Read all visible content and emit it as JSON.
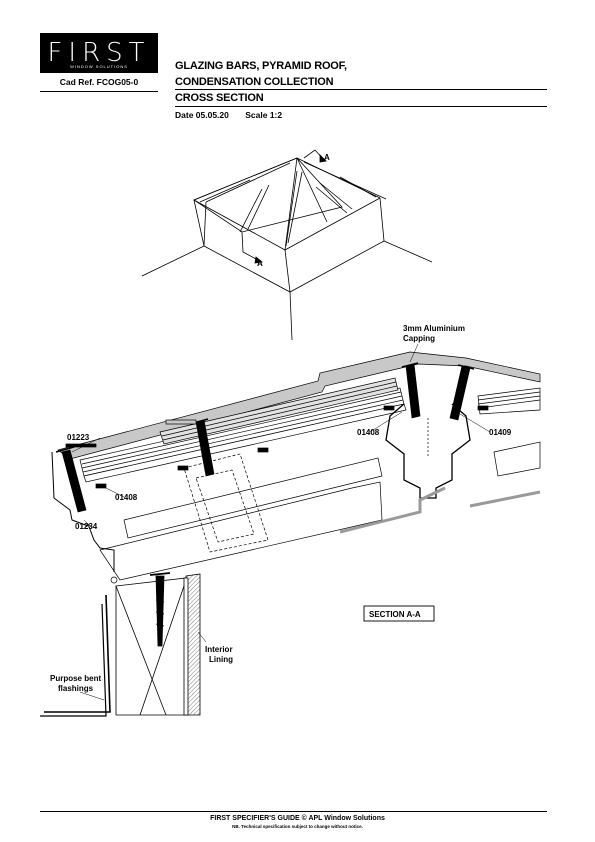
{
  "logo": {
    "text": "FIRST",
    "tagline": "WINDOW SOLUTIONS"
  },
  "header": {
    "cad_ref": "Cad Ref.  FCOG05-0",
    "title_line1": "GLAZING BARS, PYRAMID ROOF,",
    "title_line2": "CONDENSATION COLLECTION",
    "title_line3": "CROSS SECTION",
    "date": "Date  05.05.20",
    "scale": "Scale  1:2"
  },
  "drawing": {
    "section_marker": "A",
    "labels": {
      "capping_line1": "3mm Aluminium",
      "capping_line2": "Capping",
      "part_01223": "01223",
      "part_01408_left": "01408",
      "part_01408_mid": "01408",
      "part_01409": "01409",
      "part_01234": "01234",
      "section": "SECTION A-A",
      "interior_line1": "Interior",
      "interior_line2": "Lining",
      "flashing_line1": "Purpose bent",
      "flashing_line2": "flashings"
    }
  },
  "footer": {
    "main": "FIRST SPECIFIER'S GUIDE  ©  APL Window Solutions",
    "sub": "NB. Technical specification subject to change without notice."
  },
  "colors": {
    "ink": "#000000",
    "profile_grey": "#bdbdbd",
    "light_grey": "#d9d9d9"
  }
}
